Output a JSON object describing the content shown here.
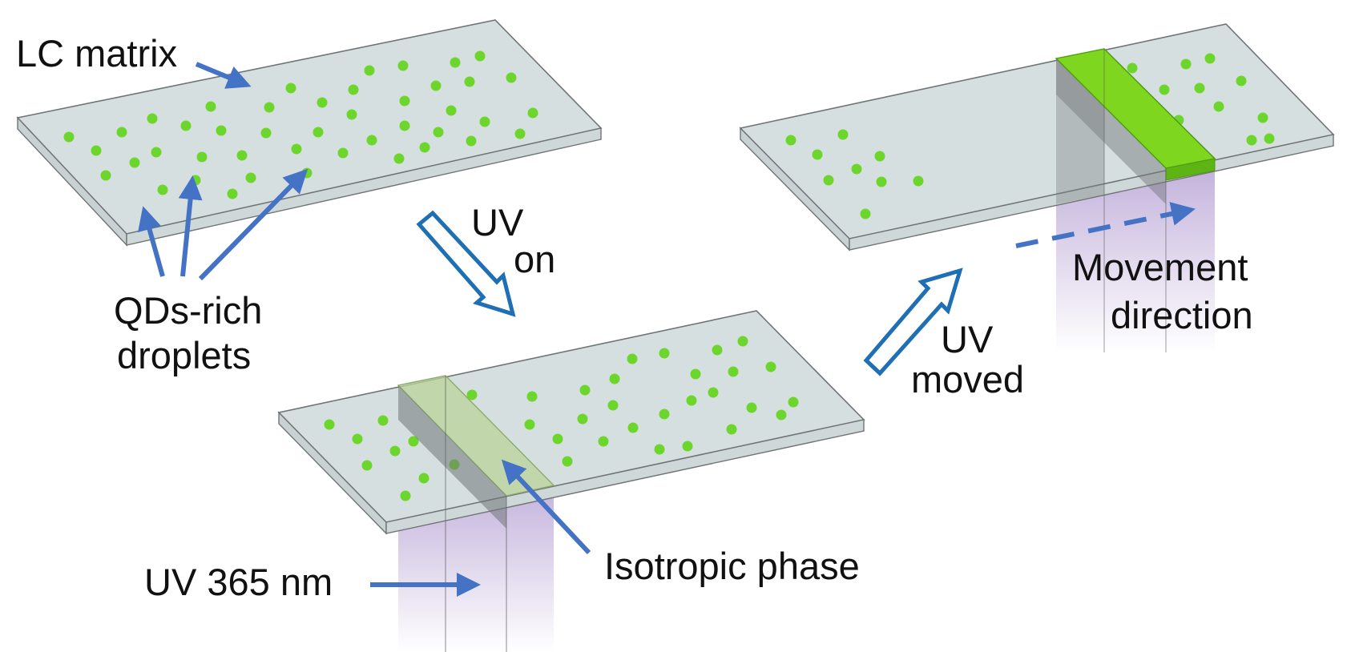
{
  "labels": {
    "lc_matrix": "LC matrix",
    "qd_rich_line1": "QDs-rich",
    "qd_rich_line2": "droplets",
    "uv_on_line1": "UV",
    "uv_on_line2": "on",
    "uv_moved_line1": "UV",
    "uv_moved_line2": "moved",
    "uv_365": "UV 365 nm",
    "isotropic_phase": "Isotropic phase",
    "movement_line1": "Movement",
    "movement_line2": "direction"
  },
  "colors": {
    "slab_fill": "#d6dfdf",
    "slab_edge": "#6f7474",
    "droplet": "#6dd62c",
    "callout_arrow": "#4472c4",
    "process_arrow": "#1f6fb5",
    "uv_beam": "#9b7fc4",
    "isotropic_band_active": "#7ed61e",
    "isotropic_band_faint": "#b9d39a",
    "shadow_region": "#8a8f93"
  },
  "icons": {
    "process_arrow": "hollow-block-arrow",
    "callout_arrow": "solid-arrow",
    "movement_arrow": "dashed-arrow"
  }
}
